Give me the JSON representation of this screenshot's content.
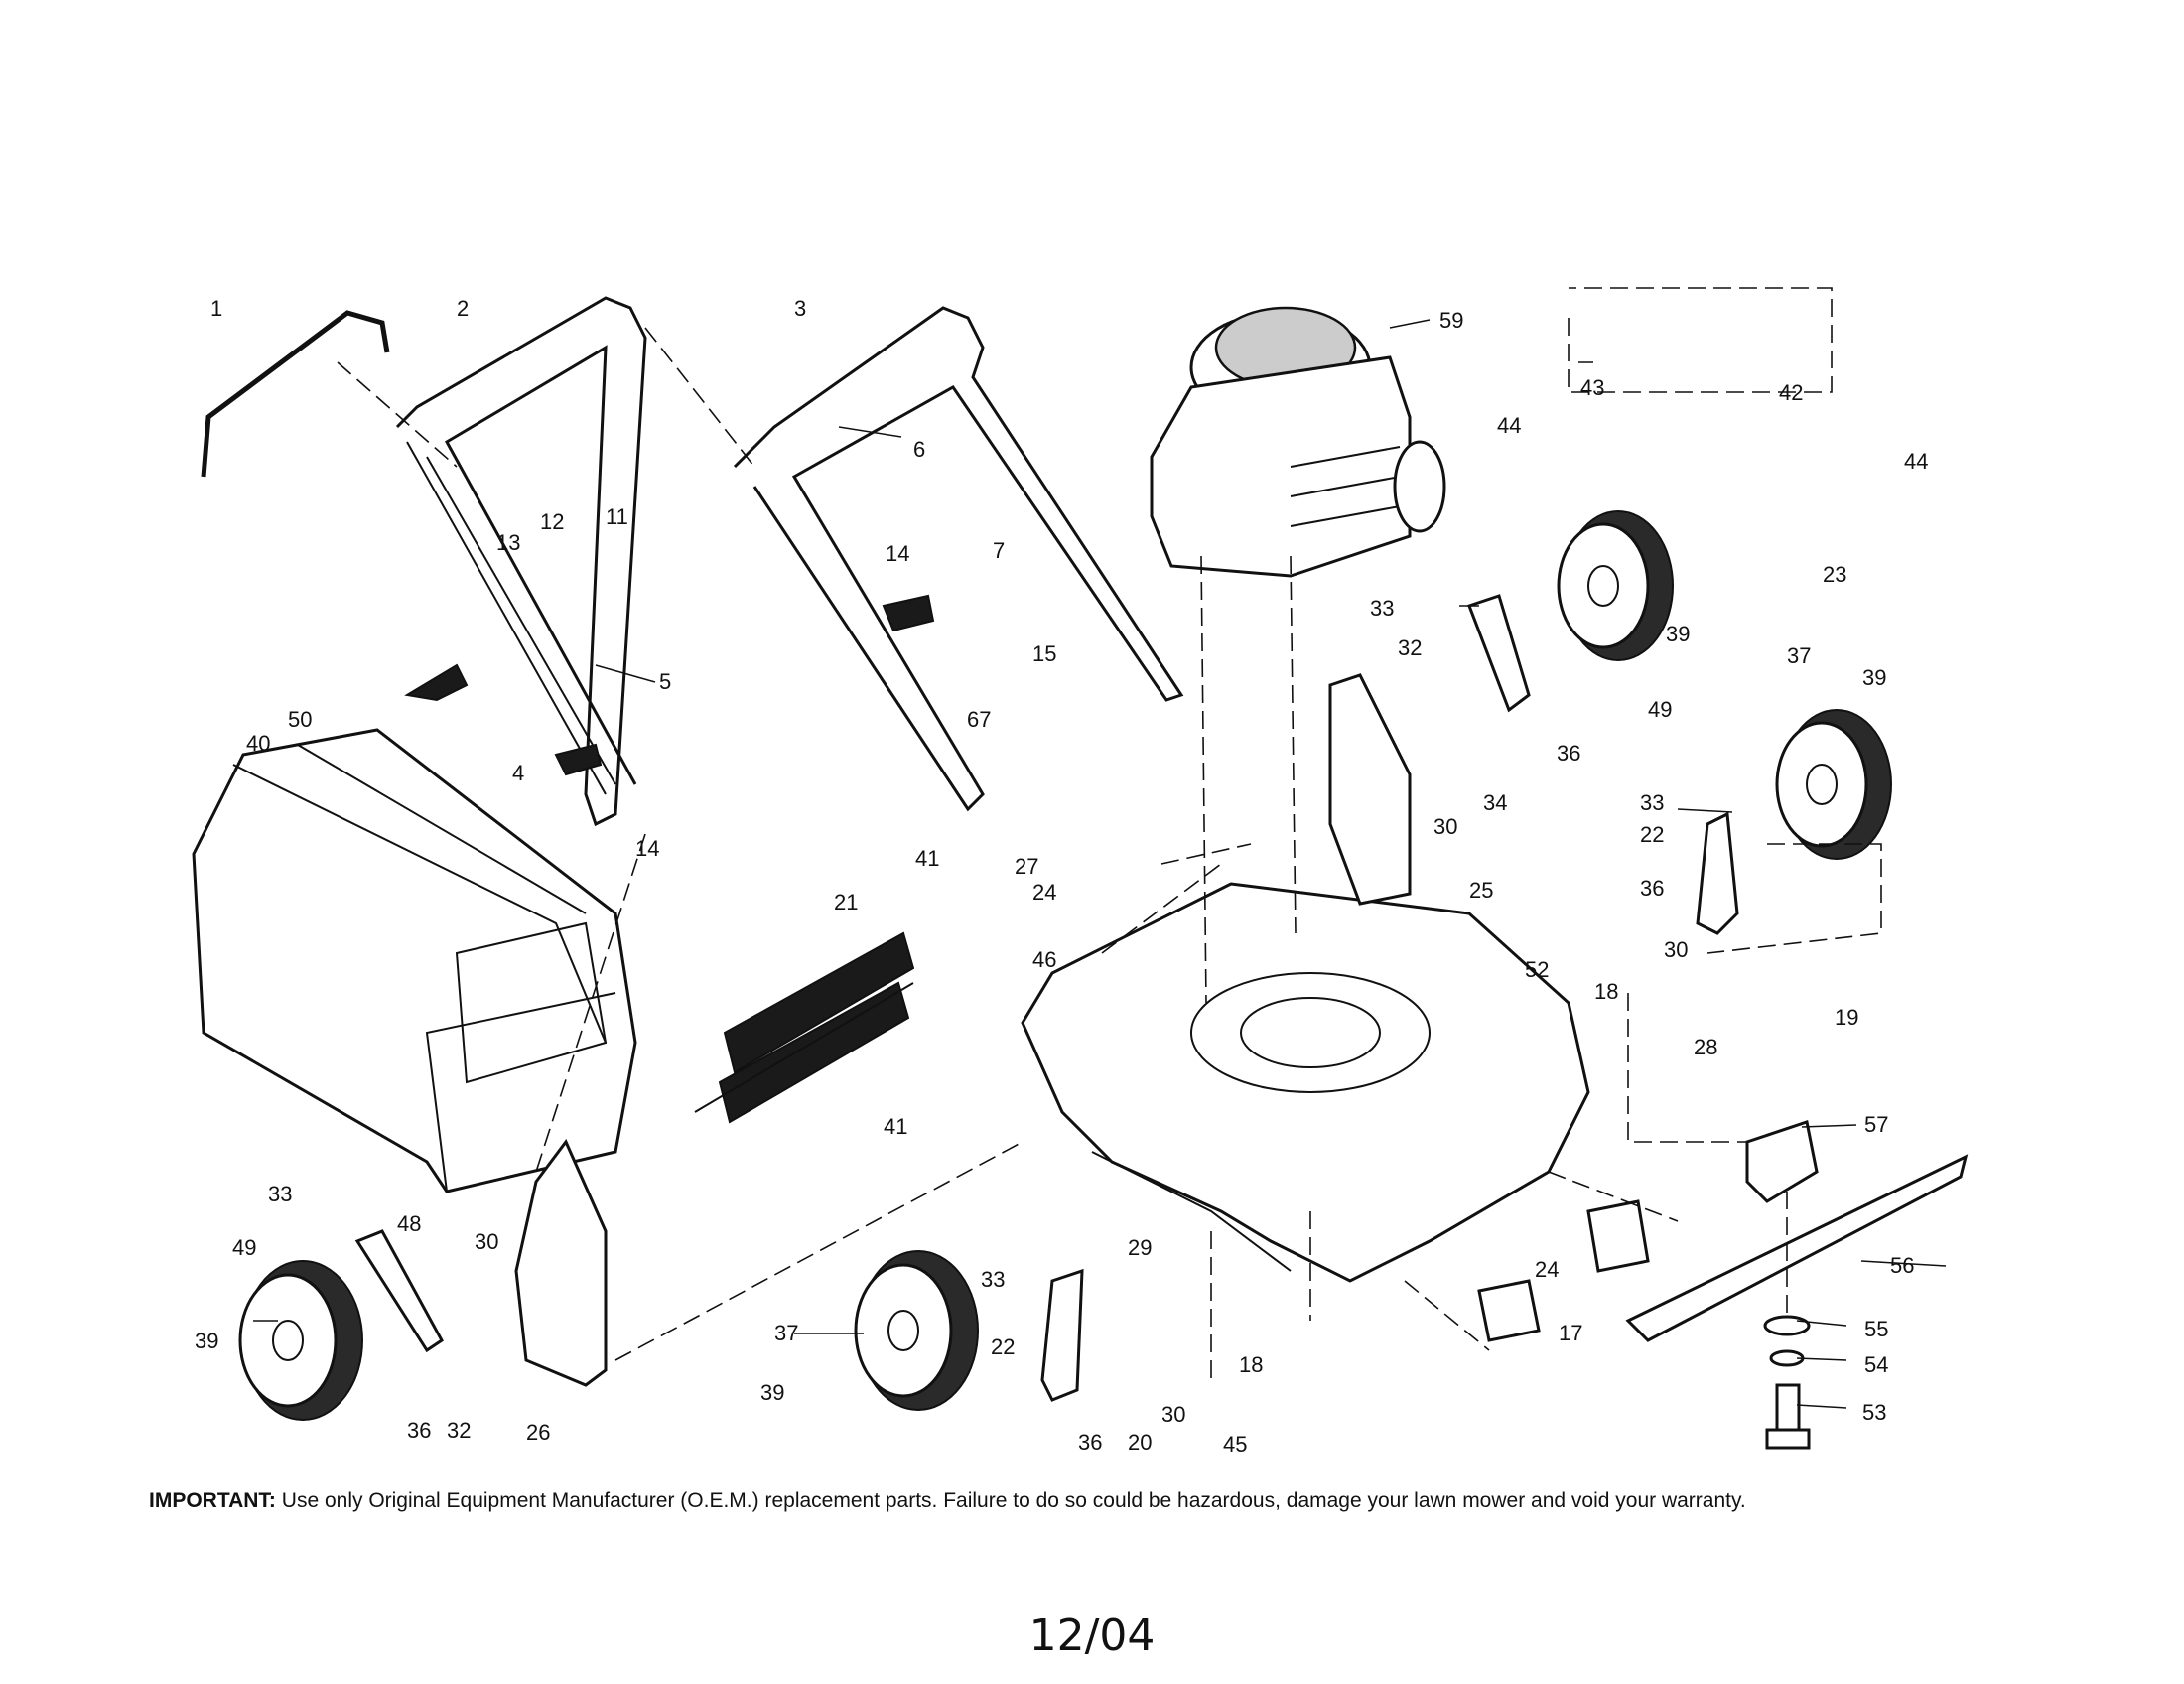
{
  "notice": {
    "heading": "IMPORTANT:",
    "text": "Use only Original Equipment Manufacturer (O.E.M.) replacement parts.  Failure to do so could be hazardous, damage your lawn mower and void your warranty."
  },
  "footer": {
    "date_code": "12/04"
  },
  "callouts": [
    "1",
    "2",
    "3",
    "59",
    "44",
    "43",
    "42",
    "44",
    "23",
    "13",
    "12",
    "11",
    "6",
    "7",
    "14",
    "5",
    "4",
    "14",
    "33",
    "32",
    "39",
    "49",
    "36",
    "15",
    "67",
    "50",
    "40",
    "30",
    "34",
    "37",
    "39",
    "33",
    "22",
    "36",
    "25",
    "41",
    "27",
    "24",
    "46",
    "21",
    "52",
    "18",
    "30",
    "19",
    "28",
    "41",
    "57",
    "56",
    "24",
    "17",
    "55",
    "54",
    "53",
    "33",
    "49",
    "39",
    "48",
    "30",
    "36",
    "32",
    "26",
    "37",
    "29",
    "33",
    "22",
    "39",
    "36",
    "20",
    "30",
    "45",
    "18"
  ]
}
